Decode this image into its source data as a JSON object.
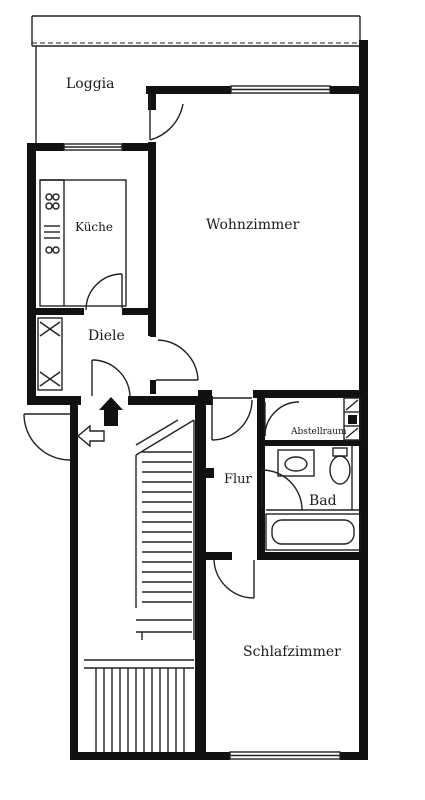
{
  "rooms": {
    "loggia": "Loggia",
    "wohnzimmer": "Wohnzimmer",
    "kueche": "Küche",
    "diele": "Diele",
    "flur": "Flur",
    "abstellraum": "Abstellraum",
    "bad": "Bad",
    "schlafzimmer": "Schlafzimmer"
  },
  "colors": {
    "wall": "#111111",
    "line": "#222222",
    "background": "#ffffff"
  },
  "icons": [
    "door-swing-icon",
    "entrance-arrow-icon",
    "stair-icon",
    "stove-icon",
    "washbasin-icon",
    "toilet-icon",
    "bathtub-icon"
  ]
}
